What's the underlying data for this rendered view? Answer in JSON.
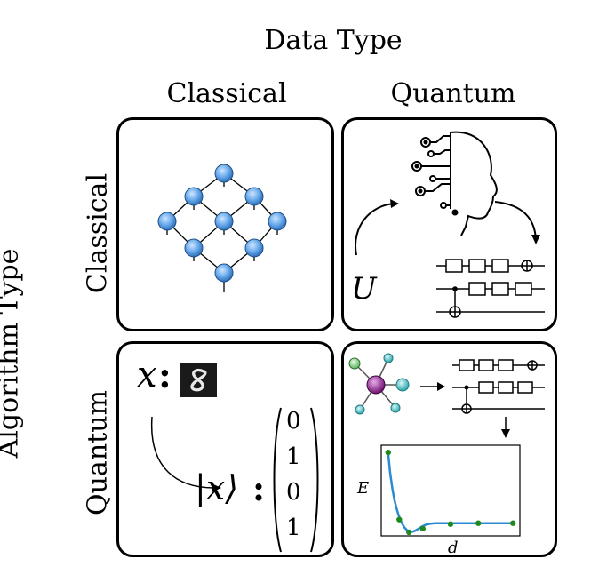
{
  "title": "Data Type",
  "columns": [
    "Classical",
    "Quantum"
  ],
  "row_axis_title": "Algorithm Type",
  "rows": [
    "Classical",
    "Quantum"
  ],
  "panels": {
    "cc": {
      "icon": "neural-network-icon"
    },
    "cq": {
      "symbol": "U",
      "icon": "ai-head-circuit-icon"
    },
    "qc": {
      "variable": "x",
      "colon": ":",
      "ket": "|x⟩",
      "vector": [
        "0",
        "1",
        "0",
        "1"
      ],
      "image": "handwritten-digit-8"
    },
    "qq": {
      "icon": "molecule-icon",
      "plot": {
        "ylabel": "E",
        "xlabel": "d"
      }
    }
  },
  "chart_data": {
    "type": "line",
    "title": "",
    "xlabel": "d",
    "ylabel": "E",
    "points": [
      [
        0.05,
        0.92
      ],
      [
        0.13,
        0.18
      ],
      [
        0.2,
        0.04
      ],
      [
        0.3,
        0.08
      ],
      [
        0.5,
        0.13
      ],
      [
        0.7,
        0.14
      ],
      [
        0.95,
        0.14
      ]
    ],
    "color": "#2a8ad4",
    "marker_color": "#1e8a1e"
  },
  "colors": {
    "node": "#6aabec",
    "node_dark": "#2e6fb8",
    "molecule_center": "#8b1a8b",
    "molecule_leaf": "#5bc9cf",
    "molecule_leaf_green": "#8bd18b"
  }
}
